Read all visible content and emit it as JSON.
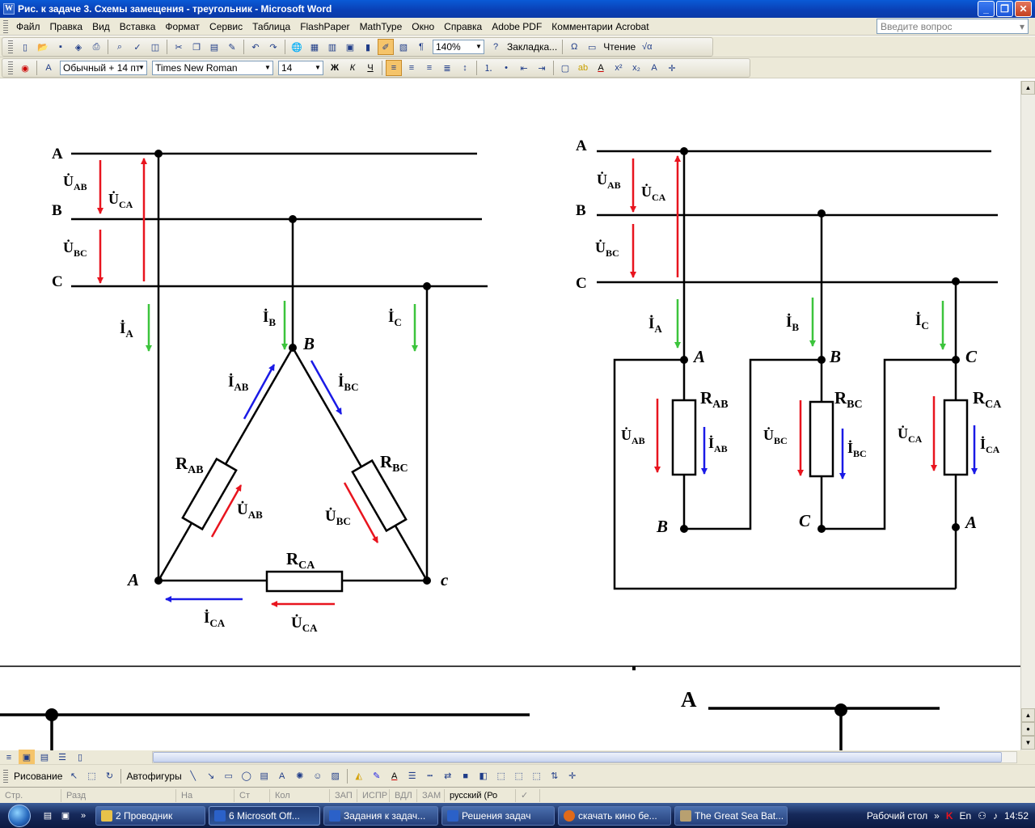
{
  "window": {
    "title": "Рис. к задаче 3. Схемы замещения - треугольник - Microsoft Word",
    "buttons": [
      "_",
      "❐",
      "✕"
    ]
  },
  "menubar": {
    "items": [
      "Файл",
      "Правка",
      "Вид",
      "Вставка",
      "Формат",
      "Сервис",
      "Таблица",
      "FlashPaper",
      "MathType",
      "Окно",
      "Справка",
      "Adobe PDF",
      "Комментарии Acrobat"
    ],
    "help_placeholder": "Введите вопрос"
  },
  "standard_toolbar": {
    "zoom": "140%",
    "bookmark_label": "Закладка...",
    "read_label": "Чтение"
  },
  "format_toolbar": {
    "style": "Обычный + 14 пт",
    "font": "Times New Roman",
    "size": "14"
  },
  "diagram_left": {
    "lines": [
      "A",
      "B",
      "C"
    ],
    "voltages": {
      "ab": "U̇",
      "ab_sub": "AB",
      "ca": "U̇",
      "ca_sub": "CA",
      "bc": "U̇",
      "bc_sub": "BC"
    },
    "currents": {
      "a": "İ",
      "a_sub": "A",
      "b": "İ",
      "b_sub": "B",
      "c": "İ",
      "c_sub": "C"
    },
    "nodes": {
      "top": "B",
      "left": "A",
      "right": "c"
    },
    "resistors": {
      "ab": "R",
      "ab_sub": "AB",
      "bc": "R",
      "bc_sub": "BC",
      "ca": "R",
      "ca_sub": "CA"
    },
    "branch": {
      "i_ab": "İ",
      "i_ab_sub": "AB",
      "i_bc": "İ",
      "i_bc_sub": "BC",
      "u_ab": "U̇",
      "u_ab_sub": "AB",
      "u_bc": "U̇",
      "u_bc_sub": "BC",
      "i_ca": "İ",
      "i_ca_sub": "CA",
      "u_ca": "U̇",
      "u_ca_sub": "CA"
    }
  },
  "diagram_right": {
    "lines": [
      "A",
      "B",
      "C"
    ],
    "voltages": {
      "ab": "U̇",
      "ab_sub": "AB",
      "ca": "U̇",
      "ca_sub": "CA",
      "bc": "U̇",
      "bc_sub": "BC"
    },
    "currents": {
      "a": "İ",
      "a_sub": "A",
      "b": "İ",
      "b_sub": "B",
      "c": "İ",
      "c_sub": "C"
    },
    "top_nodes": [
      "A",
      "B",
      "C"
    ],
    "bottom_nodes": [
      "B",
      "C",
      "A"
    ],
    "resistors": [
      {
        "r": "R",
        "sub": "AB",
        "u": "U̇",
        "usub": "AB",
        "i": "İ",
        "isub": "AB"
      },
      {
        "r": "R",
        "sub": "BC",
        "u": "U̇",
        "usub": "BC",
        "i": "İ",
        "isub": "BC"
      },
      {
        "r": "R",
        "sub": "CA",
        "u": "U̇",
        "usub": "CA",
        "i": "İ",
        "isub": "CA"
      }
    ]
  },
  "next_page": {
    "label": "A"
  },
  "drawing_toolbar": {
    "draw_label": "Рисование",
    "autoshapes_label": "Автофигуры"
  },
  "statusbar": {
    "items": [
      "Стр.",
      "Разд",
      "На",
      "Ст",
      "Кол",
      "ЗАП",
      "ИСПР",
      "ВДЛ",
      "ЗАМ",
      "русский (Ро"
    ]
  },
  "taskbar": {
    "buttons": [
      "2 Проводник",
      "6 Microsoft Off...",
      "Задания к задач...",
      "Решения задач",
      "скачать кино бе...",
      "The Great Sea Bat..."
    ],
    "desktop_label": "Рабочий стол",
    "lang": "En",
    "time": "14:52"
  },
  "colors": {
    "red": "#e8141e",
    "green": "#3cc43c",
    "blue": "#1a1ae6"
  }
}
